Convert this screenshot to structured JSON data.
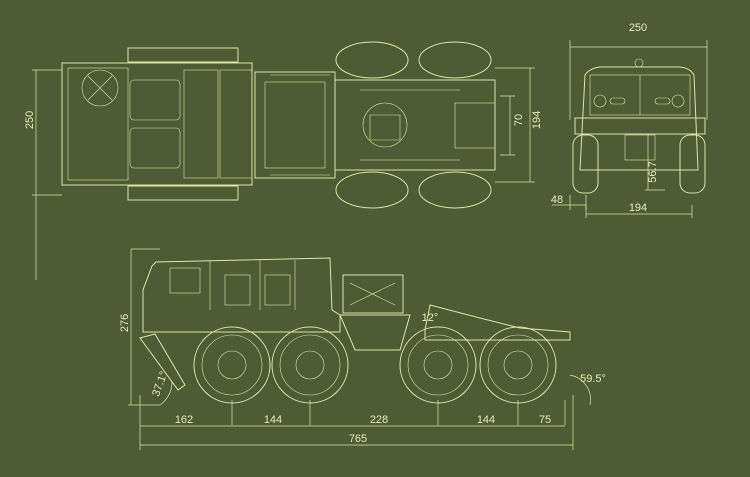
{
  "top_view": {
    "width": "250",
    "track_inner": "70",
    "track": "194"
  },
  "front_view": {
    "width": "250",
    "offset": "48",
    "track": "194",
    "clearance": "56.7"
  },
  "side_view": {
    "height": "276",
    "spacings": [
      "162",
      "144",
      "228",
      "144",
      "75"
    ],
    "length": "765",
    "approach_angle": "37.1°",
    "departure_angle": "59.5°",
    "fifth_wheel_angle": "12°"
  },
  "colors": {
    "background": "#4e5b35",
    "line": "#dfe6a6"
  }
}
